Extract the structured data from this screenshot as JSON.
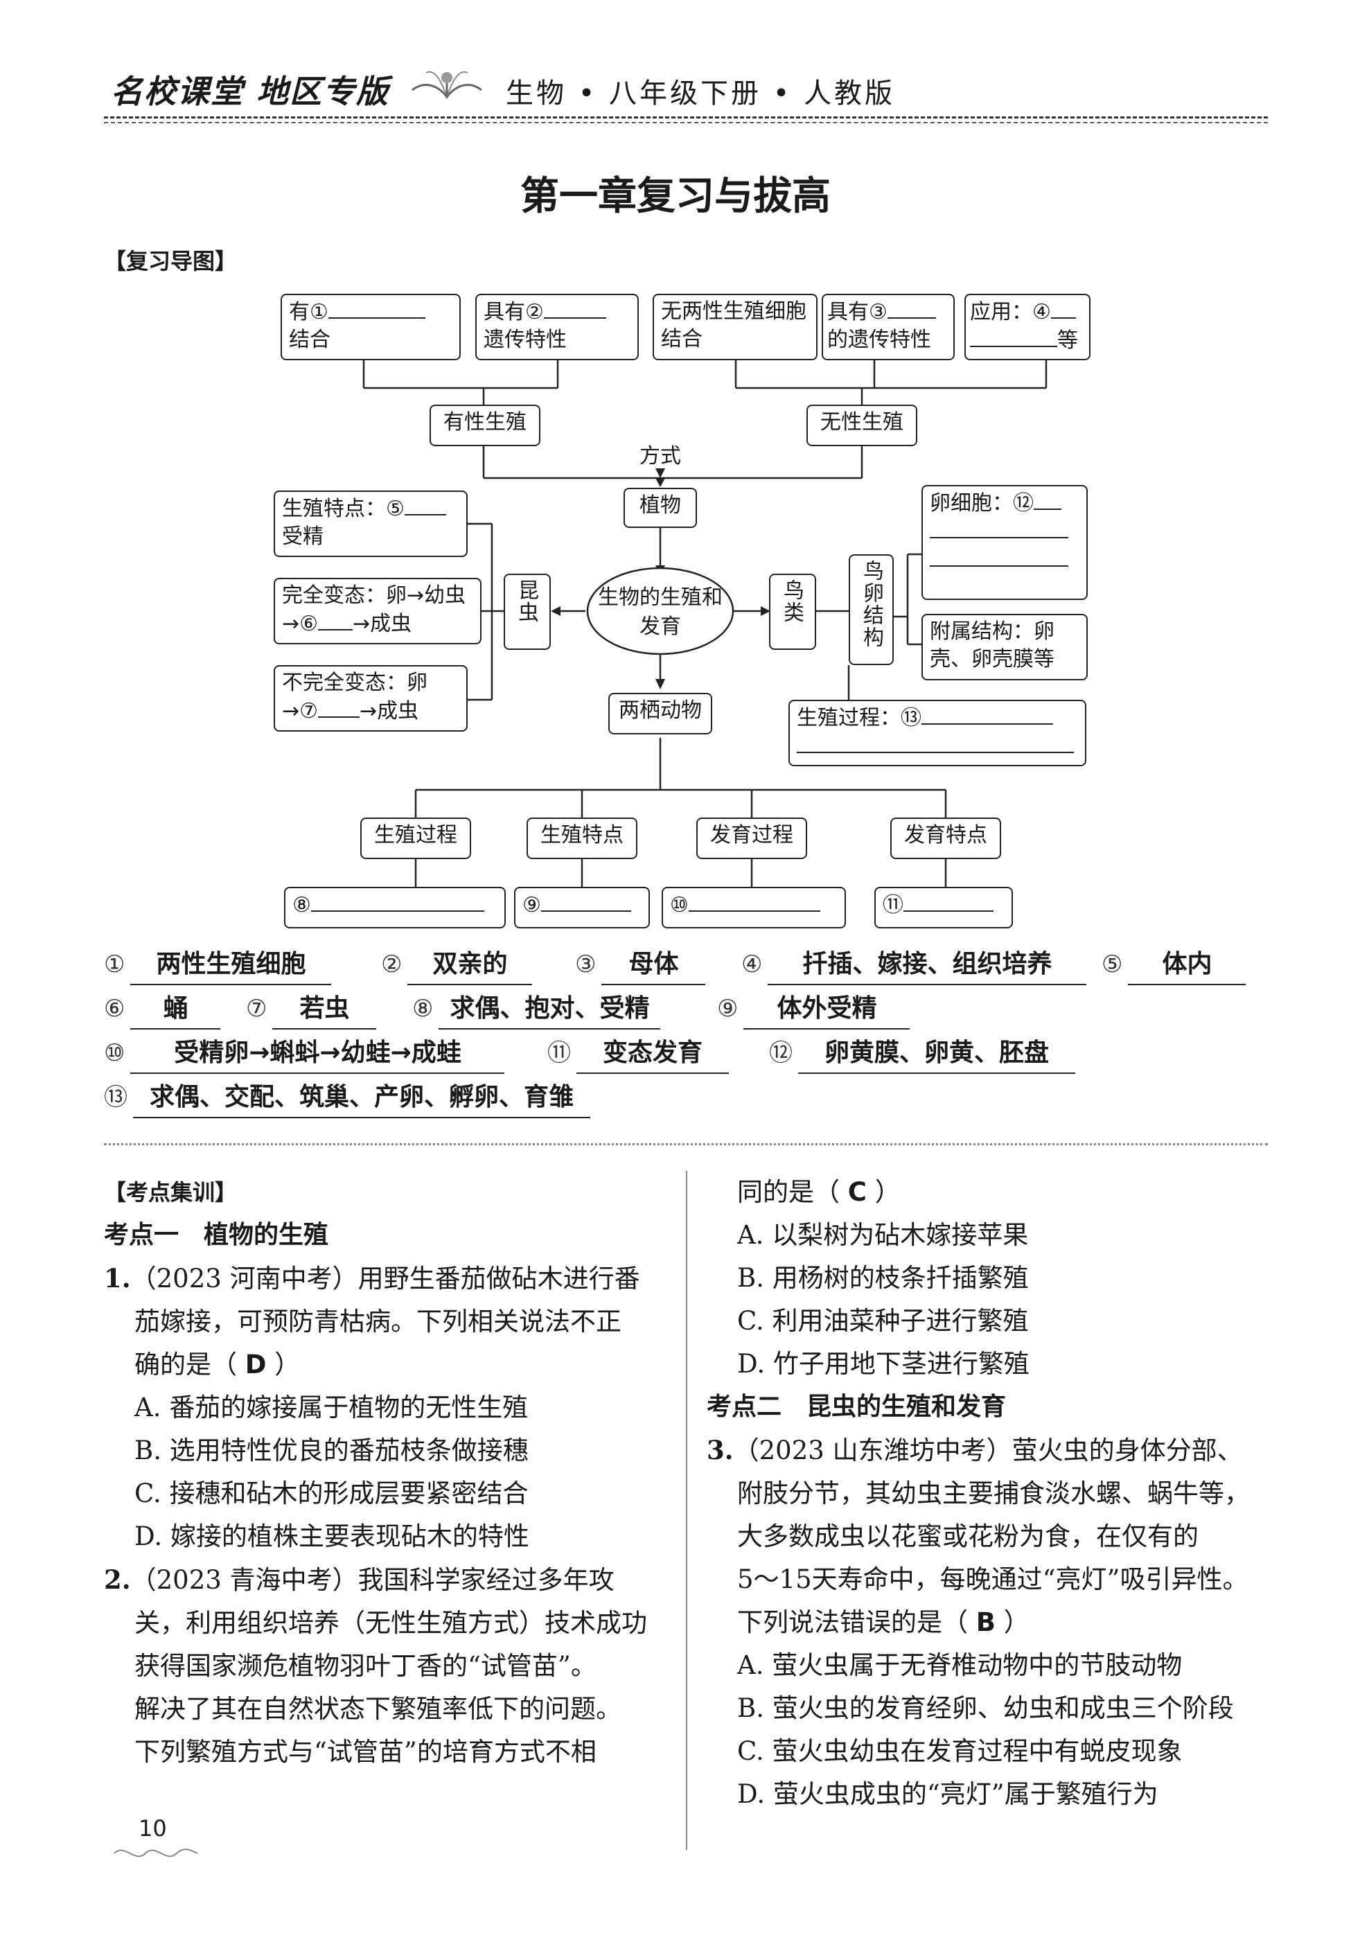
{
  "header": {
    "series": "名校课堂 地区专版",
    "subject": "生物 • 八年级下册 • 人教版"
  },
  "title": "第一章复习与拔高",
  "review_map_label": "【复习导图】",
  "map": {
    "b_left1_a": "有①",
    "b_left1_b": "结合",
    "b_left2_a": "具有②",
    "b_left2_b": "遗传特性",
    "b_right1": "无两性生殖细胞结合",
    "b_right2_a": "具有③",
    "b_right2_b": "的遗传特性",
    "b_right3_a": "应用：④",
    "b_right3_b": "等",
    "sexual": "有性生殖",
    "asexual": "无性生殖",
    "method": "方式",
    "plant": "植物",
    "center": "生物的生殖和发育",
    "insect": "昆虫",
    "bird": "鸟类",
    "amphibian": "两栖动物",
    "egg_structure": "鸟卵结构",
    "insect_feature_a": "生殖特点：⑤",
    "insect_feature_b": "受精",
    "complete_a": "完全变态：卵→幼虫",
    "complete_b": "→⑥",
    "complete_c": "→成虫",
    "incomplete_a": "不完全变态：卵",
    "incomplete_b": "→⑦",
    "incomplete_c": "→成虫",
    "egg_cell": "卵细胞：⑫",
    "accessory": "附属结构：卵壳、卵壳膜等",
    "bird_process": "生殖过程：⑬",
    "amph_children": [
      "生殖过程",
      "生殖特点",
      "发育过程",
      "发育特点"
    ],
    "amph_blanks": [
      "⑧",
      "⑨",
      "⑩",
      "⑪"
    ]
  },
  "answers": [
    {
      "n": "①",
      "v": "两性生殖细胞"
    },
    {
      "n": "②",
      "v": "双亲的"
    },
    {
      "n": "③",
      "v": "母体"
    },
    {
      "n": "④",
      "v": "扦插、嫁接、组织培养"
    },
    {
      "n": "⑤",
      "v": "体内"
    },
    {
      "n": "⑥",
      "v": "蛹"
    },
    {
      "n": "⑦",
      "v": "若虫"
    },
    {
      "n": "⑧",
      "v": "求偶、抱对、受精"
    },
    {
      "n": "⑨",
      "v": "体外受精"
    },
    {
      "n": "⑩",
      "v": "受精卵→蝌蚪→幼蛙→成蛙"
    },
    {
      "n": "⑪",
      "v": "变态发育"
    },
    {
      "n": "⑫",
      "v": "卵黄膜、卵黄、胚盘"
    },
    {
      "n": "⑬",
      "v": "求偶、交配、筑巢、产卵、孵卵、育雏"
    }
  ],
  "practice": {
    "label": "【考点集训】",
    "kp1": "考点一　植物的生殖",
    "q1": {
      "num": "1.",
      "lines": [
        "（2023 河南中考）用野生番茄做砧木进行番",
        "茄嫁接，可预防青枯病。下列相关说法不正",
        "确的是（"
      ],
      "answer": "D",
      "close": "）",
      "options": [
        "A. 番茄的嫁接属于植物的无性生殖",
        "B. 选用特性优良的番茄枝条做接穗",
        "C. 接穗和砧木的形成层要紧密结合",
        "D. 嫁接的植株主要表现砧木的特性"
      ]
    },
    "q2": {
      "num": "2.",
      "lines": [
        "（2023 青海中考）我国科学家经过多年攻",
        "关，利用组织培养（无性生殖方式）技术成功",
        "获得国家濒危植物羽叶丁香的“试管苗”。",
        "解决了其在自然状态下繁殖率低下的问题。",
        "下列繁殖方式与“试管苗”的培育方式不相",
        "同的是（"
      ],
      "answer": "C",
      "close": "）",
      "options": [
        "A. 以梨树为砧木嫁接苹果",
        "B. 用杨树的枝条扦插繁殖",
        "C. 利用油菜种子进行繁殖",
        "D. 竹子用地下茎进行繁殖"
      ]
    },
    "kp2": "考点二　昆虫的生殖和发育",
    "q3": {
      "num": "3.",
      "lines": [
        "（2023 山东潍坊中考）萤火虫的身体分部、",
        "附肢分节，其幼虫主要捕食淡水螺、蜗牛等，",
        "大多数成虫以花蜜或花粉为食，在仅有的",
        "5～15天寿命中，每晚通过“亮灯”吸引异性。",
        "下列说法错误的是（"
      ],
      "answer": "B",
      "close": "）",
      "options": [
        "A. 萤火虫属于无脊椎动物中的节肢动物",
        "B. 萤火虫的发育经卵、幼虫和成虫三个阶段",
        "C. 萤火虫幼虫在发育过程中有蜕皮现象",
        "D. 萤火虫成虫的“亮灯”属于繁殖行为"
      ]
    }
  },
  "page_number": "10"
}
